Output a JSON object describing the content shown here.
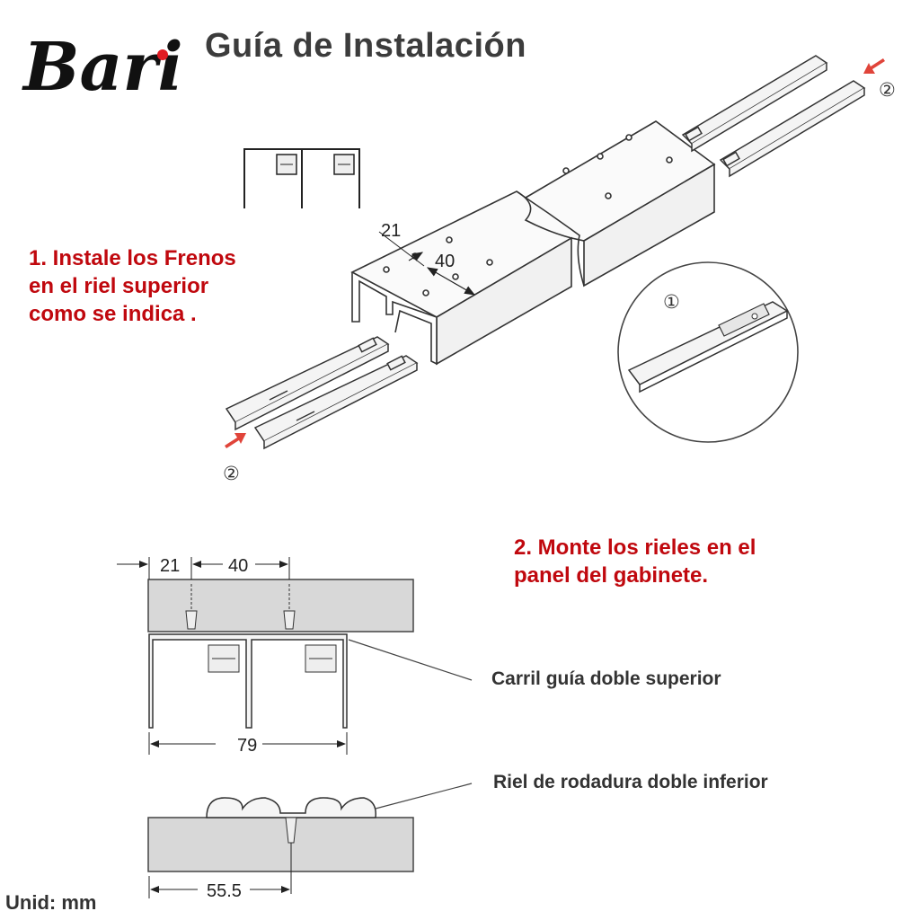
{
  "brand": {
    "logo_text": "Bari",
    "accent_color": "#e01b22"
  },
  "title": "Guía de Instalación",
  "step1": {
    "lines": [
      "1. Instale los Frenos",
      "en el riel superior",
      "como se indica ."
    ]
  },
  "step2": {
    "lines": [
      "2. Monte los rieles en el",
      "panel del gabinete."
    ]
  },
  "iso": {
    "dim_a": "21",
    "dim_b": "40",
    "marker_1": "①",
    "marker_2": "②"
  },
  "section_top": {
    "dim_a": "21",
    "dim_b": "40",
    "dim_width": "79",
    "label": "Carril guía doble superior"
  },
  "section_bottom": {
    "dim": "55.5",
    "label": "Riel de rodadura doble inferior"
  },
  "unit": "Unid: mm",
  "colors": {
    "step_text": "#c0080e",
    "arrow": "#e0443a",
    "panel_fill": "#d8d8d8",
    "stroke": "#333333"
  }
}
